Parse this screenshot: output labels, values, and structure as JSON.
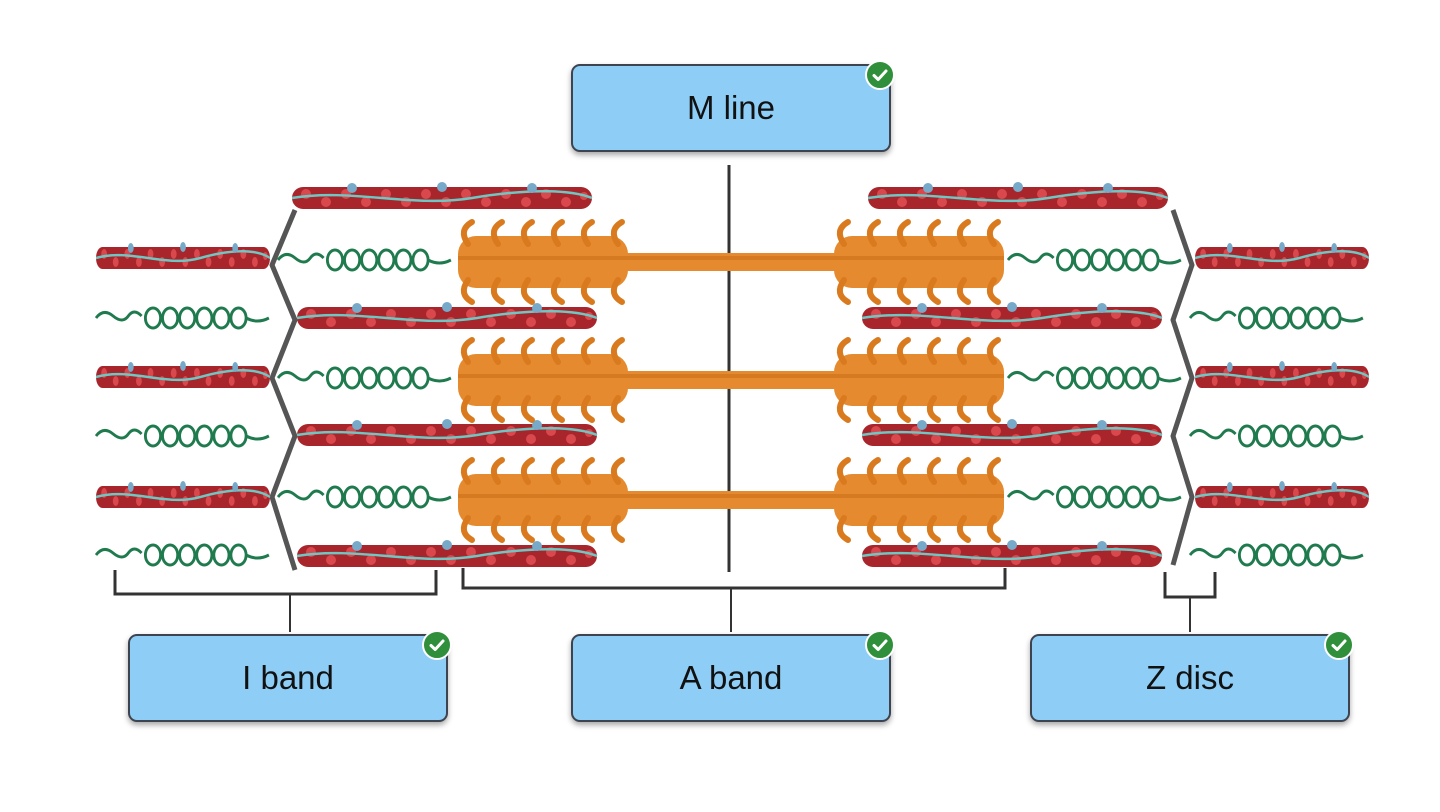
{
  "labels": {
    "m_line": "M line",
    "i_band": "I band",
    "a_band": "A band",
    "z_disc": "Z disc"
  },
  "status": {
    "m_line": "correct",
    "i_band": "correct",
    "a_band": "correct",
    "z_disc": "correct"
  },
  "icons": {
    "check": "check-circle-icon"
  },
  "colors": {
    "label_fill": "#8ecdf5",
    "label_border": "#3d4450",
    "check": "#2f8f3a",
    "actin": "#a8262b",
    "myosin": "#e58a2e",
    "titin": "#1f7a4d",
    "z_disc": "#555555",
    "leader_line": "#333333"
  }
}
